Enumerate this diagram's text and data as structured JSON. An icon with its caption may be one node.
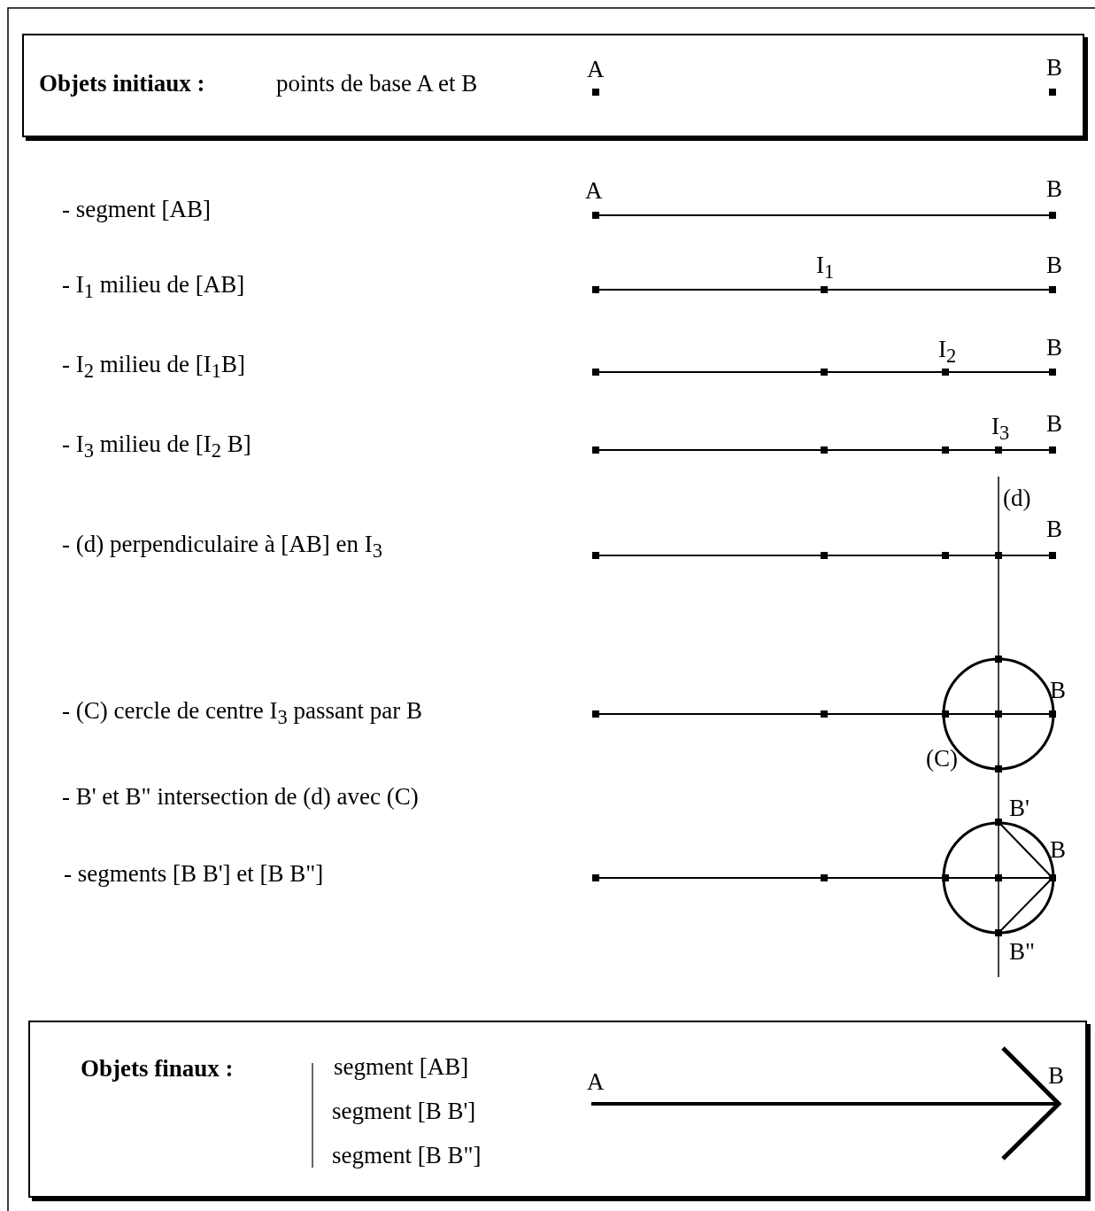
{
  "diagram": {
    "nodes": [
      {
        "text": [
          "Objets initiaux :",
          "points de base A et B"
        ]
      },
      {
        "text": [
          "Objets finaux :",
          "segment [AB]",
          "segment [B B']",
          "segment [B B\"]"
        ]
      }
    ],
    "edges": [],
    "labels": [
      "A",
      "B",
      "- segment [AB]",
      "A",
      "B",
      "- I$_{1}$ milieu de [AB]",
      "I$_{1}$",
      "B",
      "- I$_{2}$ milieu de [I$_{1}$B]",
      "I$_{2}$",
      "B",
      "- I$_{3}$ milieu de [I$_{2}$ B]",
      "I$_{3}$",
      "B",
      "(d)",
      "- (d) perpendiculaire à [AB] en I$_{3}$",
      "B",
      "- (C) cercle de centre I$_{3}$ passant par B",
      "B",
      "(C)",
      "- B' et B\" intersection de (d) avec (C)",
      "B'",
      "B",
      "- segments [B B'] et [B B\"]",
      "B\"",
      "A",
      "B"
    ]
  }
}
